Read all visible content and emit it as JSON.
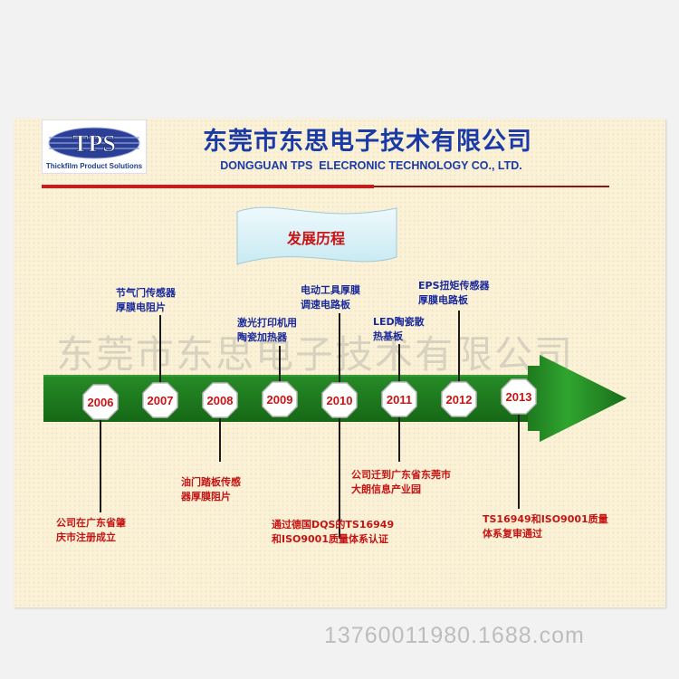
{
  "header": {
    "logo_text": "TPS",
    "logo_tagline": "Thickfilm Product Solutions",
    "company_name_cn": "东莞市东思电子技术有限公司",
    "company_name_en": "DONGGUAN TPS  ELECRONIC TECHNOLOGY CO., LTD."
  },
  "banner": {
    "title": "发展历程"
  },
  "watermark": "东莞市东思电子技术有限公司",
  "timeline": {
    "years": [
      "2006",
      "2007",
      "2008",
      "2009",
      "2010",
      "2011",
      "2012",
      "2013"
    ],
    "above": [
      {
        "year": "2007",
        "lines": [
          "节气门传感器",
          "厚膜电阻片"
        ]
      },
      {
        "year": "2009",
        "lines": [
          "激光打印机用",
          "陶瓷加热器"
        ]
      },
      {
        "year": "2010",
        "lines": [
          "电动工具厚膜",
          "调速电路板"
        ]
      },
      {
        "year": "2011",
        "lines": [
          "LED陶瓷散",
          "热基板"
        ]
      },
      {
        "year": "2012",
        "lines": [
          "EPS扭矩传感器",
          "厚膜电路板"
        ]
      }
    ],
    "below": [
      {
        "year": "2006",
        "lines": [
          "公司在广东省肇",
          "庆市注册成立"
        ]
      },
      {
        "year": "2008",
        "lines": [
          "油门踏板传感",
          "器厚膜阻片"
        ]
      },
      {
        "year": "2010",
        "lines": [
          "通过德国DQS的TS16949",
          "和ISO9001质量体系认证"
        ]
      },
      {
        "year": "2011",
        "lines": [
          "公司迁到广东省东莞市",
          "大朗信息产业园"
        ]
      },
      {
        "year": "2013",
        "lines": [
          "TS16949和ISO9001质量",
          "体系复审通过"
        ]
      }
    ]
  },
  "footer": {
    "text": "13760011980.1688.com"
  },
  "colors": {
    "title_blue": "#1a3aa8",
    "label_blue": "#1a2a9c",
    "label_red": "#c41414",
    "arrow_green": "#1e7a1e",
    "rule_red": "#c41e1e"
  }
}
